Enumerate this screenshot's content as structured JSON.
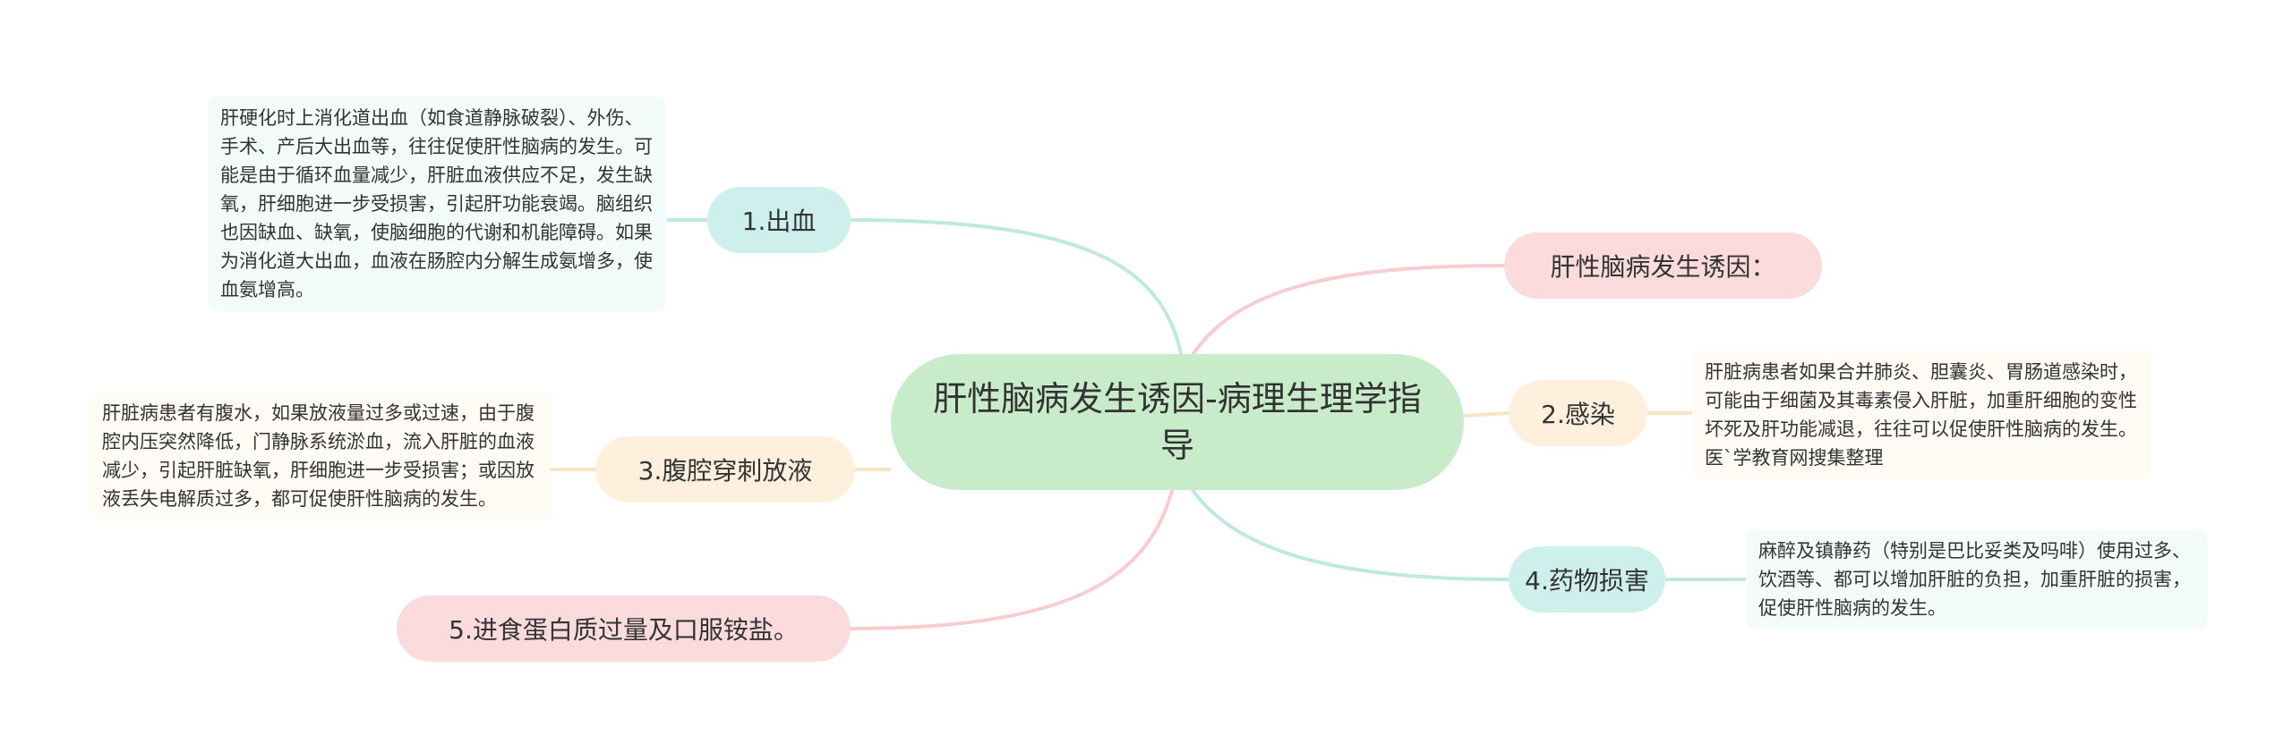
{
  "colors": {
    "center_bg": "#c8ebc9",
    "teal_bg": "#cdf0ec",
    "peach_bg": "#fff0dd",
    "pink_bg": "#fbdbdc",
    "teal_line": "#bfe8e2",
    "pink_line": "#f7cdcf",
    "peach_line": "#fde3c6"
  },
  "center": {
    "title": "肝性脑病发生诱因-病理生理学指导"
  },
  "branches": {
    "bleeding": {
      "label": "1.出血",
      "note": "肝硬化时上消化道出血（如食道静脉破裂）、外伤、手术、产后大出血等，往往促使肝性脑病的发生。可能是由于循环血量减少，肝脏血液供应不足，发生缺氧，肝细胞进一步受损害，引起肝功能衰竭。脑组织也因缺血、缺氧，使脑细胞的代谢和机能障碍。如果为消化道大出血，血液在肠腔内分解生成氨增多，使血氨增高。"
    },
    "inducement": {
      "label": "肝性脑病发生诱因："
    },
    "infection": {
      "label": "2.感染",
      "note": "肝脏病患者如果合并肺炎、胆囊炎、胃肠道感染时，可能由于细菌及其毒素侵入肝脏，加重肝细胞的变性坏死及肝功能减退，往往可以促使肝性脑病的发生。医`学教育网搜集整理"
    },
    "paracentesis": {
      "label": "3.腹腔穿刺放液",
      "note": "肝脏病患者有腹水，如果放液量过多或过速，由于腹腔内压突然降低，门静脉系统淤血，流入肝脏的血液减少，引起肝脏缺氧，肝细胞进一步受损害；或因放液丢失电解质过多，都可促使肝性脑病的发生。"
    },
    "drug": {
      "label": "4.药物损害",
      "note": "麻醉及镇静药（特别是巴比妥类及吗啡）使用过多、饮酒等、都可以增加肝脏的负担，加重肝脏的损害，促使肝性脑病的发生。"
    },
    "protein": {
      "label": "5.进食蛋白质过量及口服铵盐。"
    }
  }
}
